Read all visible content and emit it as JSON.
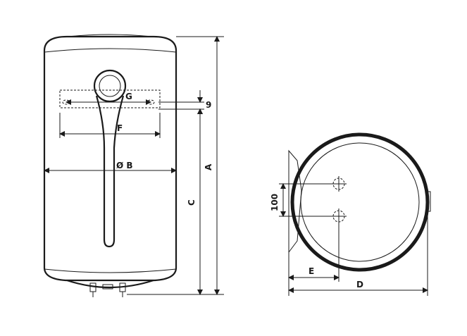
{
  "front_view": {
    "label_g": "G",
    "label_f": "F",
    "label_b": "Ø B",
    "label_9": "9",
    "label_a": "A",
    "label_c": "C"
  },
  "top_view": {
    "label_100": "100",
    "label_e": "E",
    "label_d": "D"
  }
}
